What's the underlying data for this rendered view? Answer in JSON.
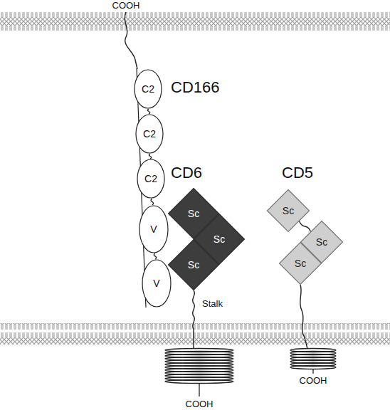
{
  "diagram": {
    "nodes": [
      {
        "text": [
          "C2"
        ]
      },
      {
        "text": [
          "C2"
        ]
      },
      {
        "text": [
          "C2"
        ]
      },
      {
        "text": [
          "V"
        ]
      },
      {
        "text": [
          "V"
        ]
      },
      {
        "text": [
          "Sc"
        ]
      },
      {
        "text": [
          "Sc"
        ]
      },
      {
        "text": [
          "Sc"
        ]
      },
      {
        "text": [
          "Sc"
        ]
      },
      {
        "text": [
          "Sc"
        ]
      },
      {
        "text": [
          "Sc"
        ]
      }
    ],
    "edges": [
      {
        "from": 0,
        "to": 1,
        "arrow": "none"
      },
      {
        "from": 1,
        "to": 2,
        "arrow": "none"
      },
      {
        "from": 2,
        "to": 3,
        "arrow": "none"
      },
      {
        "from": 3,
        "to": 4,
        "arrow": "none"
      },
      {
        "from": 8,
        "to": 9,
        "arrow": "none"
      }
    ],
    "labels": [
      "COOH",
      "CD166",
      "CD6",
      "CD5",
      "Stalk",
      "COOH",
      "COOH"
    ]
  }
}
